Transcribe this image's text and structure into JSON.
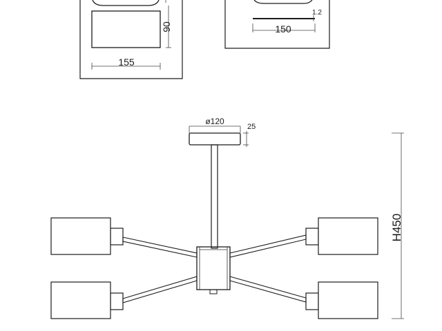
{
  "detail_left": {
    "width_label": "155",
    "height_label": "90"
  },
  "detail_right": {
    "width_label": "150",
    "thickness_label": "1.2"
  },
  "main_view": {
    "canopy_diameter_label": "ø120",
    "canopy_height_label": "25",
    "overall_height_label": "H450"
  }
}
